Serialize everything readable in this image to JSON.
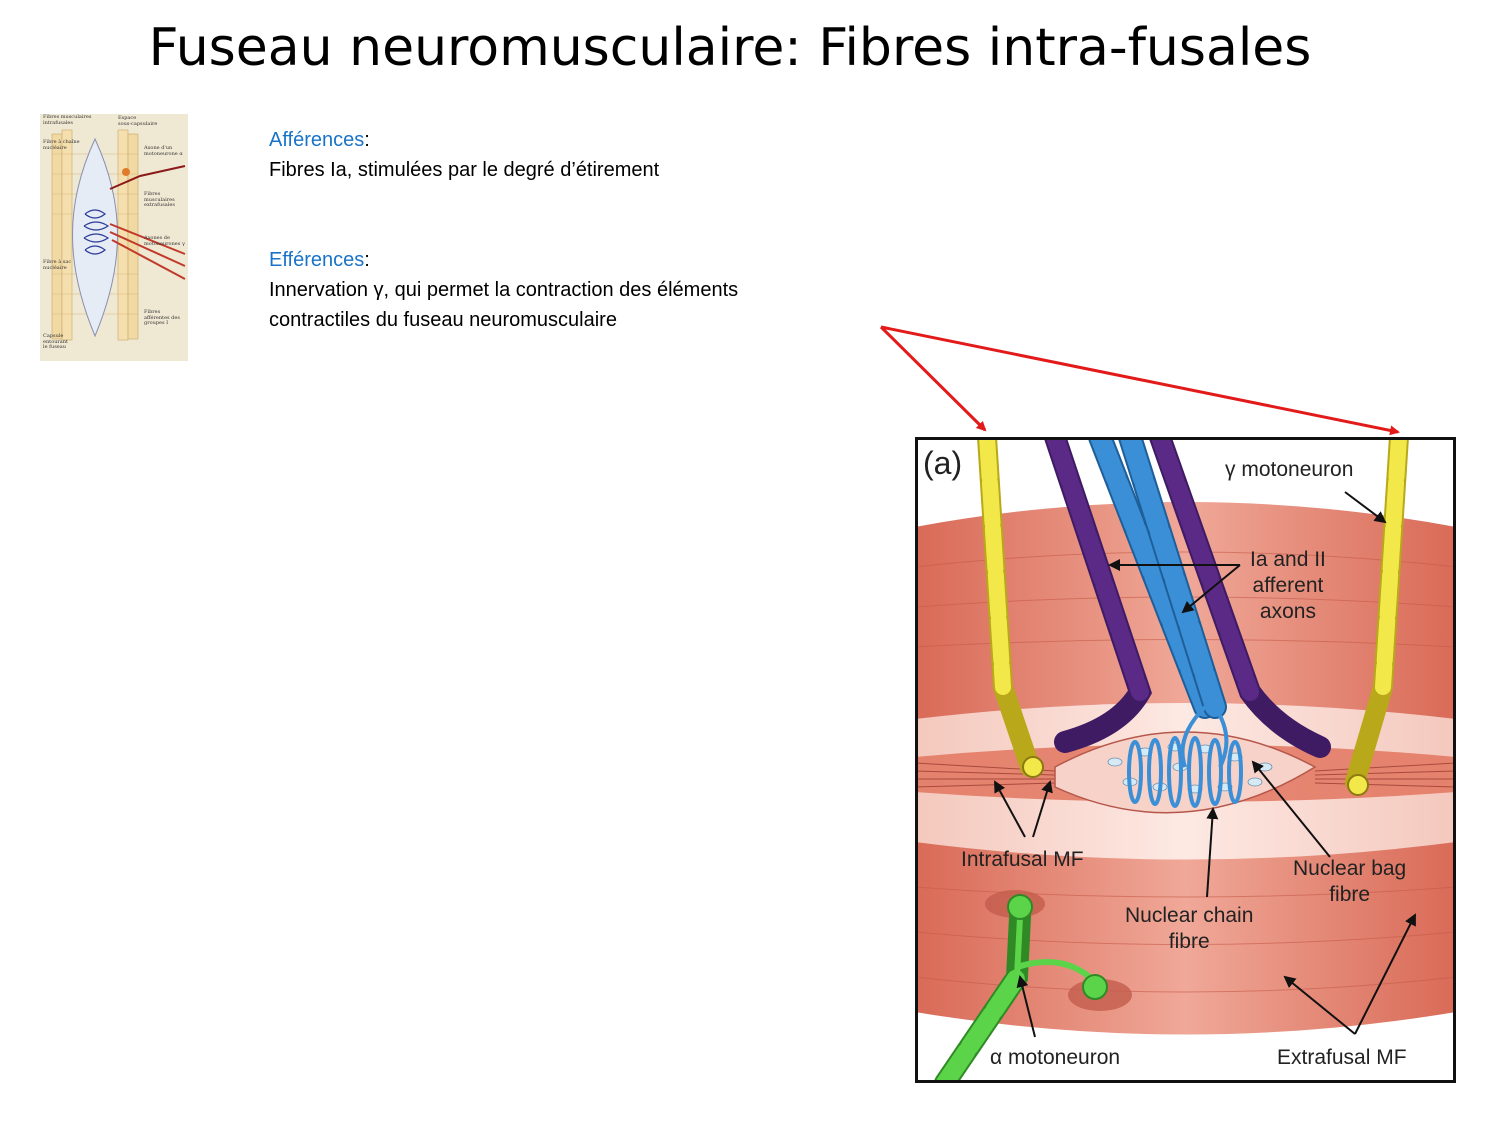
{
  "slide": {
    "title": "Fuseau neuromusculaire: Fibres intra-fusales"
  },
  "afferences": {
    "heading": "Afférences",
    "colon": ":",
    "text": "Fibres Ia, stimulées par le degré d’étirement"
  },
  "efferences": {
    "heading": "Efférences",
    "colon": ":",
    "line1": "Innervation γ, qui permet la contraction des éléments",
    "line2": "contractiles du fuseau neuromusculaire"
  },
  "thumbnail": {
    "labels": {
      "intrafusal_fibers": "Fibres musculaires\nintrafusales",
      "subcapsular_space": "Espace\nsous-capsulaire",
      "chain_fiber": "Fibre à chaîne\nnucléaire",
      "alpha_axon": "Axone d'un\nmotoneurone α",
      "extrafusal_fibers": "Fibres\nmusculaires\nextrafusales",
      "gamma_axons": "Axones de\nmotoneurones γ",
      "bag_fiber": "Fibre à sac\nnucléaire",
      "afferent_fibers": "Fibres\nafférentes des\ngroupes I",
      "capsule": "Capsule\nentourant\nle fuseau"
    }
  },
  "figure": {
    "panel": "(a)",
    "gamma_motoneuron": "γ motoneuron",
    "afferent_axons": "Ia and II\nafferent\naxons",
    "intrafusal_mf": "Intrafusal MF",
    "nuclear_bag": "Nuclear bag\nfibre",
    "nuclear_chain": "Nuclear chain\nfibre",
    "alpha_motoneuron": "α motoneuron",
    "extrafusal_mf": "Extrafusal MF"
  },
  "colors": {
    "accent_blue": "#1a73c8",
    "arrow_red": "#e31a1a",
    "muscle": "#e8907c",
    "gamma_yellow": "#f3e84a",
    "afferent_blue": "#3a8fd6",
    "afferent_purple": "#5a2a86",
    "alpha_green": "#5bd44a"
  }
}
